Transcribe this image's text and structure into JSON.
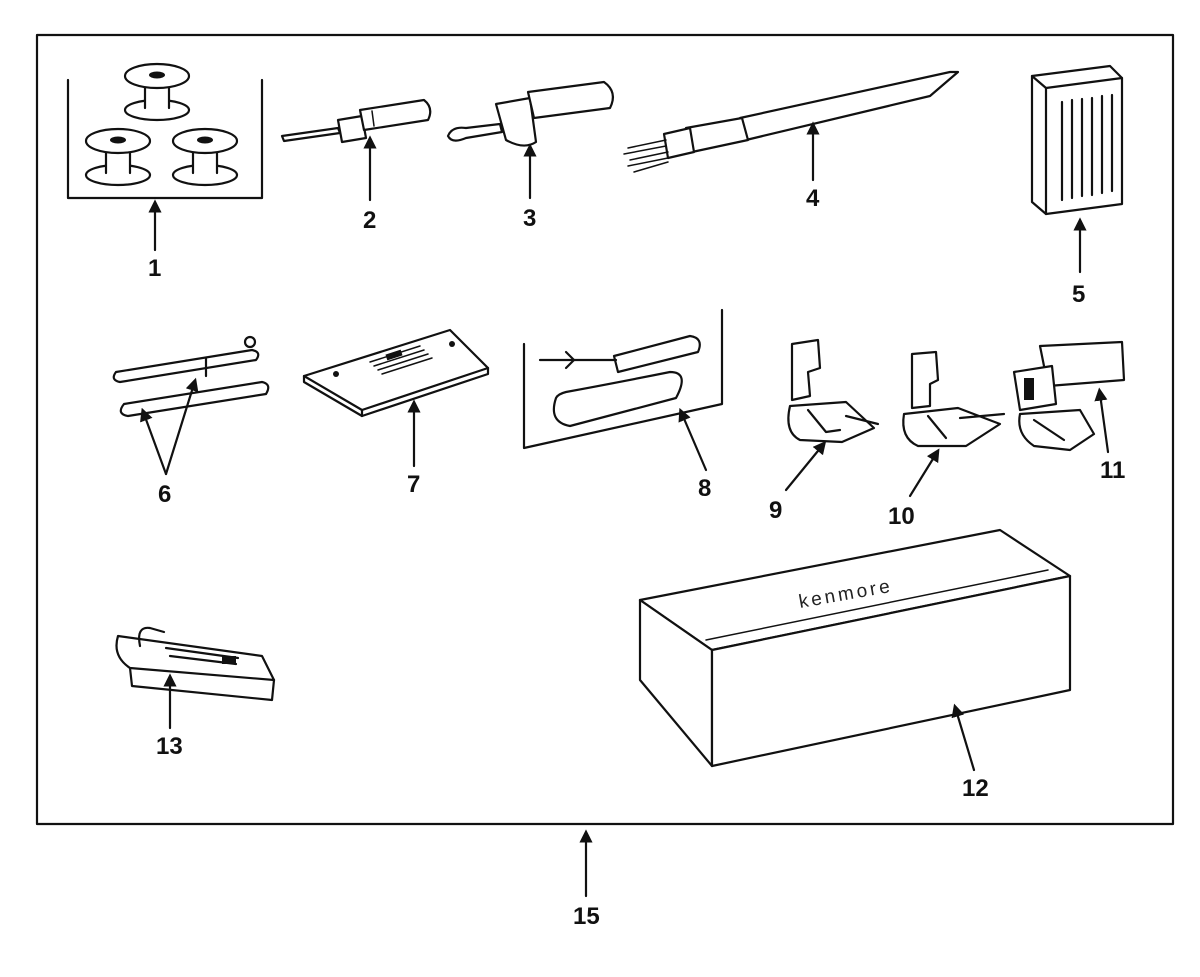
{
  "colors": {
    "ink": "#111111",
    "paper": "#ffffff"
  },
  "labels": {
    "bobbins": "1",
    "small_screwdriver": "2",
    "large_screwdriver": "3",
    "lint_brush": "4",
    "needle_pack": "5",
    "spool_pins": "6",
    "needle_plate": "7",
    "seam_ripper_card": "8",
    "foot_9": "9",
    "foot_10": "10",
    "foot_11": "11",
    "accessory_box": "12",
    "buttonhole_foot": "13",
    "accessory_kit": "15"
  },
  "box_brand": "kenmore"
}
